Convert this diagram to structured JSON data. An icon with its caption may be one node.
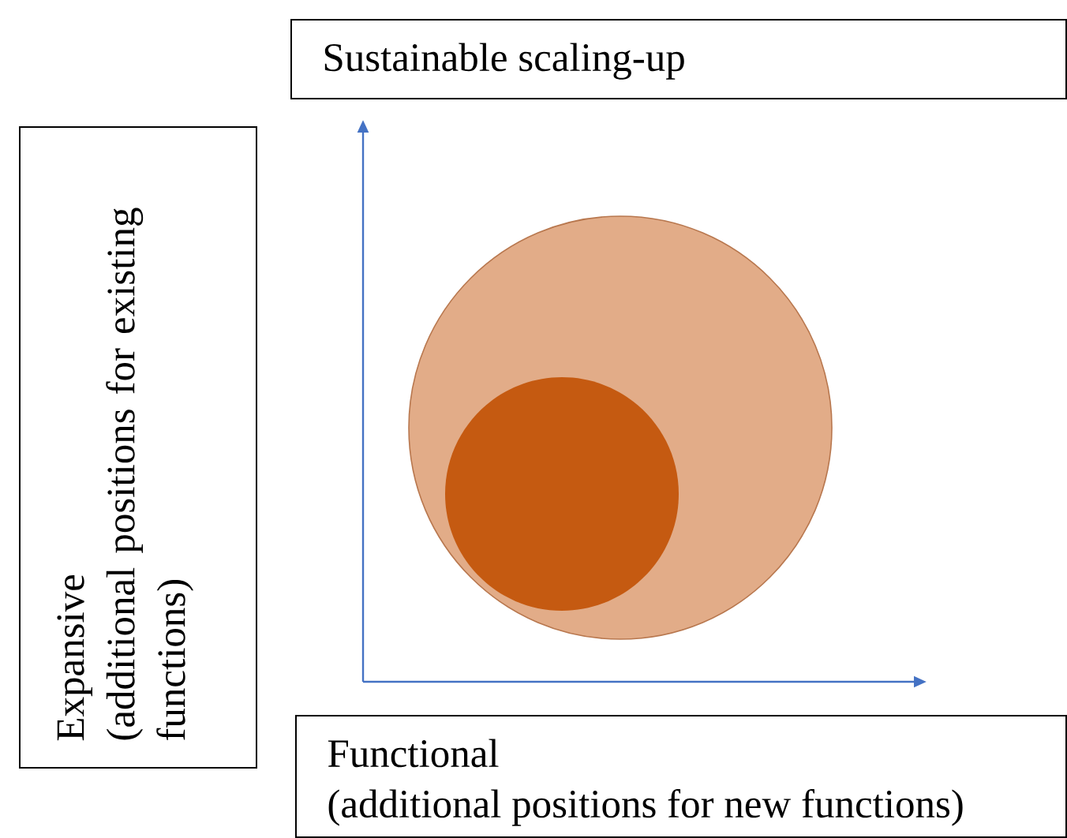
{
  "diagram": {
    "nodes": [
      {
        "text": [
          "Sustainable scaling-up"
        ]
      },
      {
        "text": [
          "Expansive",
          "(additional positions for existing functions)"
        ]
      },
      {
        "text": [],
        "shape": "circle"
      },
      {
        "text": [],
        "shape": "circle",
        "in": 2
      },
      {
        "text": [
          "Functional",
          "(additional positions for new functions)"
        ]
      }
    ]
  }
}
